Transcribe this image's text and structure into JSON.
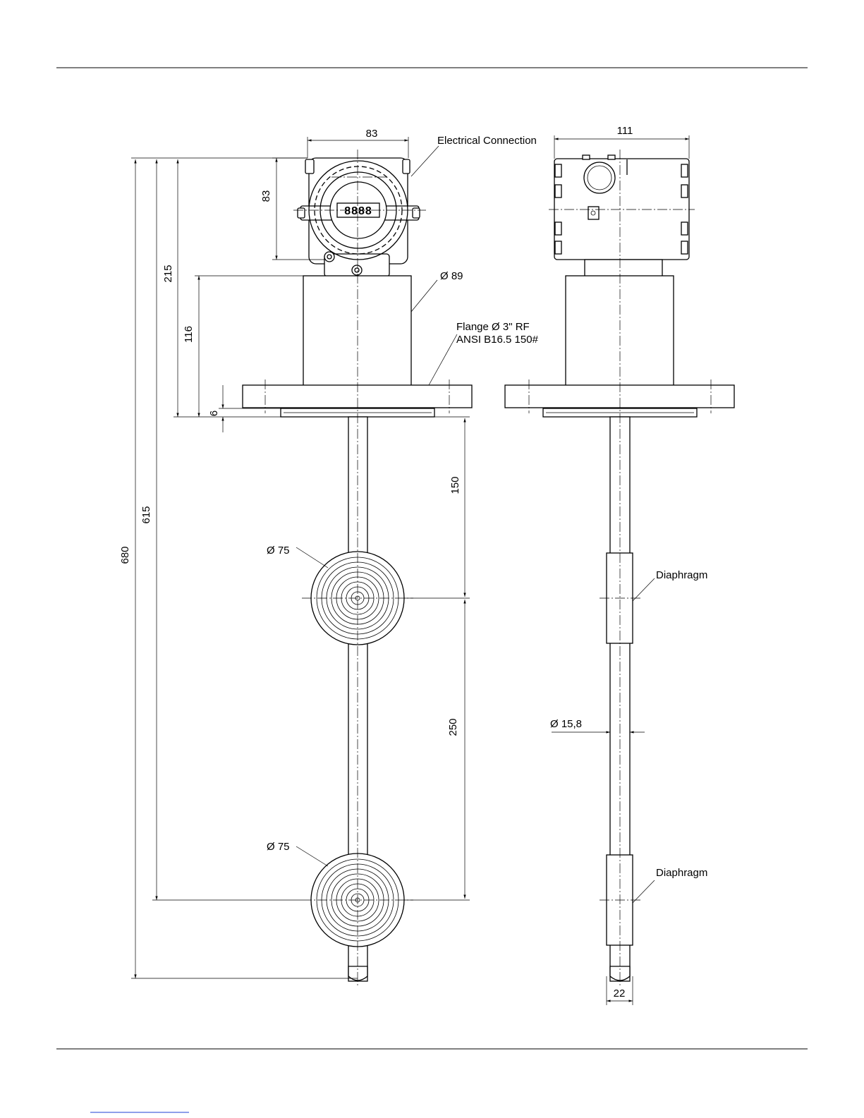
{
  "labels": {
    "electrical_connection": "Electrical Connection",
    "flange_line1": "Flange Ø 3\" RF",
    "flange_line2": "ANSI B16.5 150#",
    "housing_dia": "Ø 89",
    "disc1_dia": "Ø 75",
    "disc2_dia": "Ø 75",
    "rod_dia": "Ø 15,8",
    "diaphragm1": "Diaphragm",
    "diaphragm2": "Diaphragm",
    "display_digits": "8888"
  },
  "dimensions": {
    "head_width": "83",
    "side_width": "111",
    "head_height": "83",
    "top_to_flange": "215",
    "housing_height": "116",
    "gasket": "6",
    "total_length": "680",
    "to_second_disc": "615",
    "flange_to_first_disc": "150",
    "disc_spacing": "250",
    "tip_dia": "22"
  }
}
